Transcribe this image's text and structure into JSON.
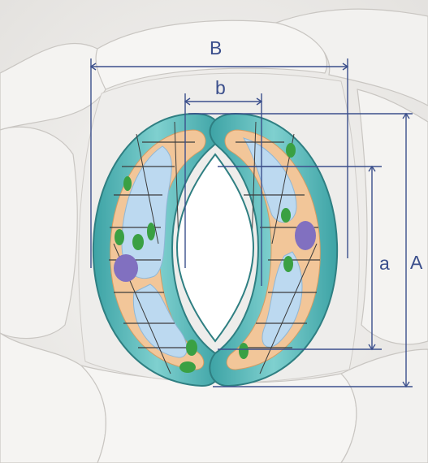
{
  "labels": {
    "pore_width_outer": "B",
    "pore_width_inner": "b",
    "length_inner": "a",
    "length_outer": "A"
  },
  "colors": {
    "background": "#efeeec",
    "cell_outline": "#c9c6c2",
    "wall_teal": "#5bbcbc",
    "cytoplasm": "#f2c699",
    "vacuole": "#bcd9f0",
    "chloroplast": "#3aa043",
    "nucleus": "#8170c0",
    "dimension_line": "#3b4f8c"
  }
}
